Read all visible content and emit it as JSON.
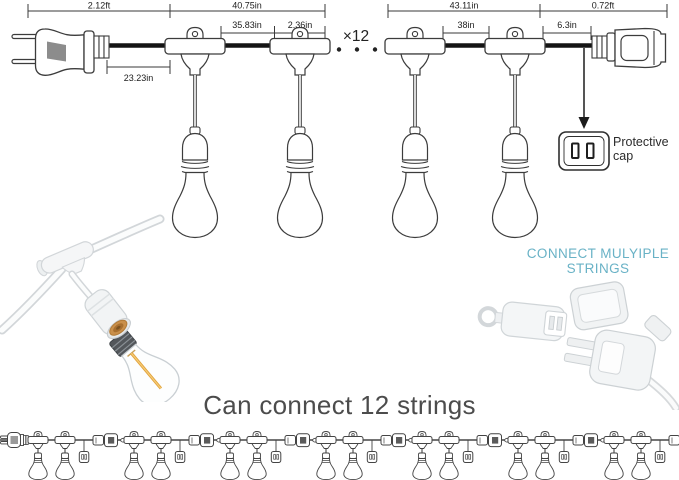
{
  "diagram": {
    "dim_row1": [
      "2.12ft",
      "40.75in",
      "43.11in",
      "0.72ft"
    ],
    "dim_row2": [
      "35.83in",
      "2.36in",
      "38in",
      "6.3in"
    ],
    "dim_lead": "23.23in",
    "multiplier": "×12",
    "protective_cap_label": "Protective cap"
  },
  "connect_note": {
    "line1": "CONNECT MULYIPLE",
    "line2": "STRINGS",
    "color": "#69b2c6"
  },
  "caption": "Can connect 12 strings",
  "colors": {
    "line_art": "#3c3c3c",
    "wire": "#141414",
    "accent_teal": "#69b2c6",
    "caption_gray": "#4c4c4c",
    "photo_gray": "#ccd1d4",
    "copper": "#c98f4a",
    "filament_amber": "#e2a33c"
  }
}
